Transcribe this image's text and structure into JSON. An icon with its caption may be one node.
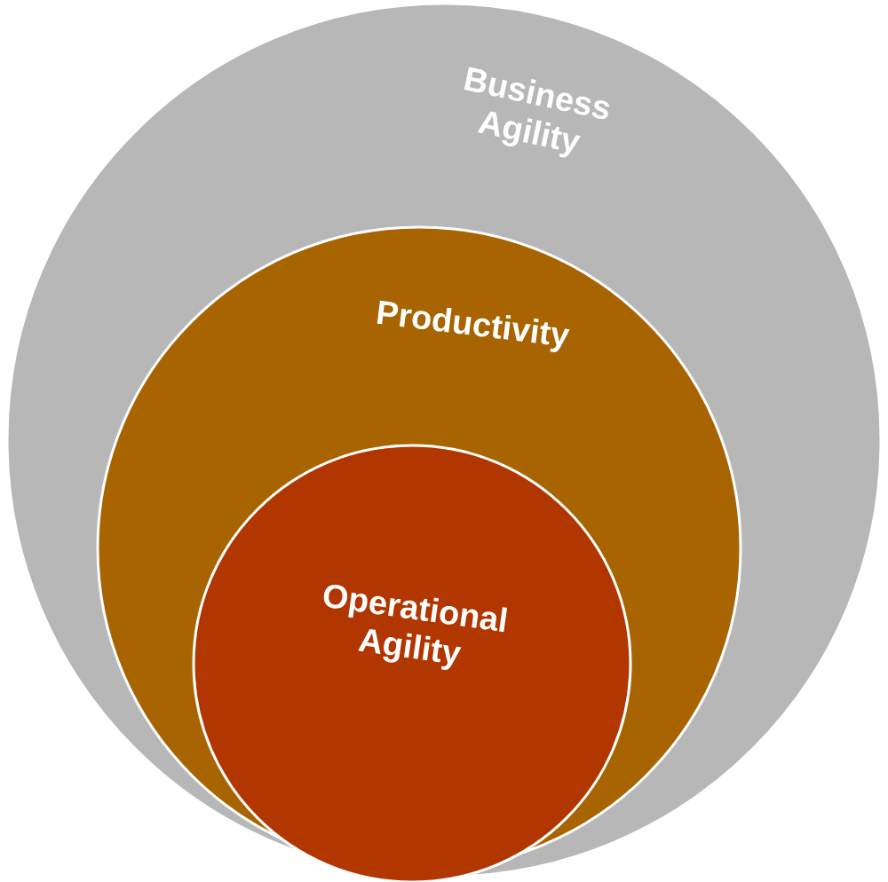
{
  "diagram": {
    "nodes": [
      {
        "text": [
          "Business Agility"
        ]
      },
      {
        "text": [
          "Productivity"
        ],
        "in": 0
      },
      {
        "text": [
          "Operational Agility"
        ],
        "in": 1
      }
    ]
  }
}
